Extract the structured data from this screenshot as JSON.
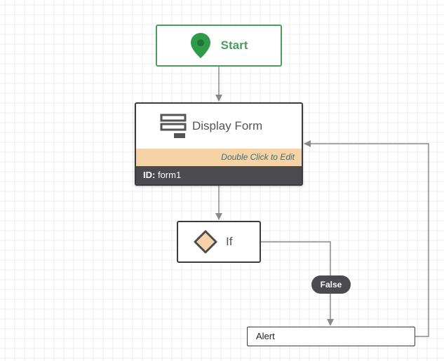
{
  "nodes": {
    "start": {
      "label": "Start",
      "icon": "map-pin-icon"
    },
    "display_form": {
      "label": "Display Form",
      "icon": "form-icon",
      "edit_hint": "Double Click to Edit",
      "id_label": "ID:",
      "id_value": "form1"
    },
    "if": {
      "label": "If",
      "icon": "diamond-icon"
    },
    "alert": {
      "label": "Alert"
    }
  },
  "edges": {
    "false_label": "False"
  },
  "colors": {
    "start_border": "#4a9e5c",
    "edit_bar": "#f6d3a6",
    "id_bar": "#4b4a4f",
    "diamond_fill": "#f6d3a6",
    "connector": "#8a8a8a"
  }
}
